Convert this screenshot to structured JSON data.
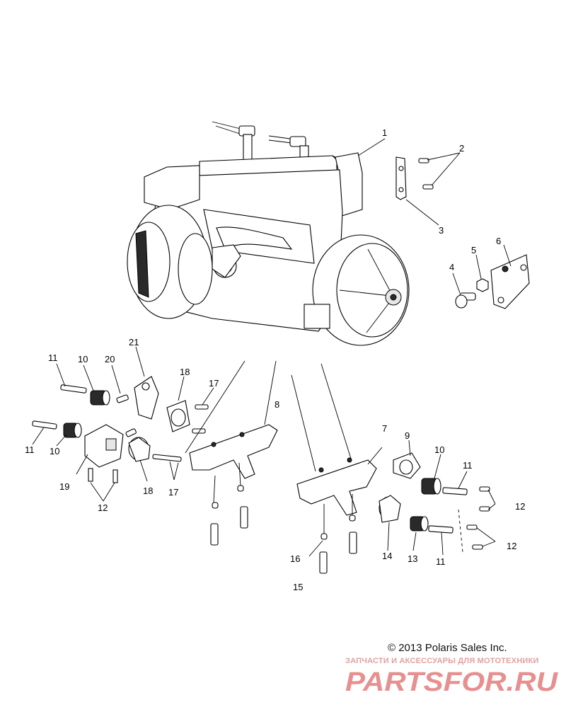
{
  "callouts": {
    "c1": "1",
    "c2": "2",
    "c3": "3",
    "c4": "4",
    "c5": "5",
    "c6": "6",
    "c7": "7",
    "c8": "8",
    "c9": "9",
    "c10a": "10",
    "c10b": "10",
    "c10c": "10",
    "c11a": "11",
    "c11b": "11",
    "c11c": "11",
    "c11d": "11",
    "c12a": "12",
    "c12b": "12",
    "c12c": "12",
    "c13": "13",
    "c14": "14",
    "c15": "15",
    "c16": "16",
    "c17a": "17",
    "c17b": "17",
    "c18a": "18",
    "c18b": "18",
    "c19": "19",
    "c20": "20",
    "c21": "21"
  },
  "footer": {
    "copyright": "© 2013 Polaris Sales Inc."
  },
  "watermark": {
    "tagline": "ЗАПЧАСТИ И АКСЕССУАРЫ ДЛЯ МОТОТЕХНИКИ",
    "logo": "PARTSFOR.RU",
    "color": "#e27d7d"
  }
}
